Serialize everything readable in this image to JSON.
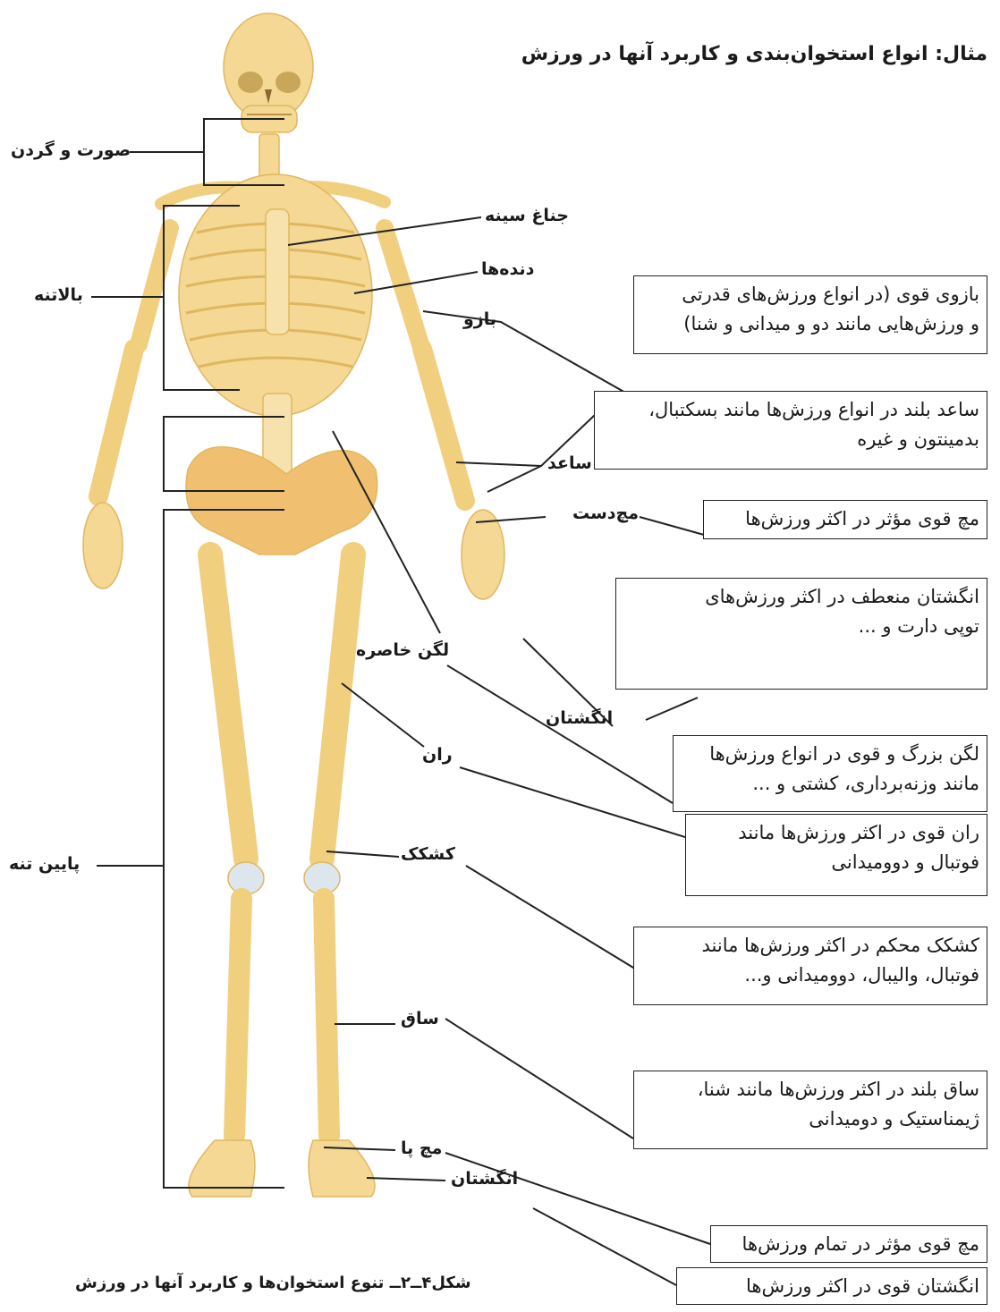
{
  "title": "مثال: انواع استخوان‌بندی و کاربرد آنها در ورزش",
  "caption": "شکل۴ــ۲ــ تنوع استخوان‌ها و کاربرد آنها در ورزش",
  "colors": {
    "bone": "#f4d893",
    "bone_dark": "#e9b65c",
    "cartilage": "#dde6ec",
    "skull_shadow": "#c9a75a",
    "line": "#222222"
  },
  "labels": {
    "face_neck": "صورت و گردن",
    "sternum": "جناغ سینه",
    "ribs": "دنده‌ها",
    "upper_body": "بالاتنه",
    "humerus": "بازو",
    "forearm": "ساعد",
    "wrist": "مچ‌دست",
    "fingers": "انگشتان",
    "pelvis": "لگن خاصره",
    "thigh": "ران",
    "lower_body": "پایین تنه",
    "patella": "کشکک",
    "shin": "ساق",
    "ankle": "مچ پا",
    "toes": "انگشتان"
  },
  "boxes": {
    "humerus": [
      "بازوی قوی (در انواع ورزش‌های قدرتی",
      "و ورزش‌هایی مانند دو و میدانی و شنا)"
    ],
    "forearm": [
      "ساعد بلند در انواع ورزش‌ها مانند بسکتبال،",
      "بدمینتون و غیره"
    ],
    "wrist": [
      "مچ قوی مؤثر در اکثر ورزش‌ها"
    ],
    "fingers": [
      "انگشتان منعطف در اکثر ورزش‌های",
      "توپی دارت و ..."
    ],
    "pelvis": [
      "لگن بزرگ و قوی در انواع ورزش‌ها",
      "مانند وزنه‌برداری، کشتی و ..."
    ],
    "thigh": [
      "ران قوی در اکثر ورزش‌ها مانند",
      "فوتبال و دوومیدانی"
    ],
    "patella": [
      "کشکک محکم در اکثر ورزش‌ها مانند",
      "فوتبال، والیبال، دوومیدانی و..."
    ],
    "shin": [
      "ساق بلند در اکثر ورزش‌ها مانند شنا،",
      "ژیمناستیک و دومیدانی"
    ],
    "ankle": [
      "مچ قوی مؤثر در تمام ورزش‌ها"
    ],
    "toes": [
      "انگشتان قوی در اکثر ورزش‌ها"
    ]
  }
}
